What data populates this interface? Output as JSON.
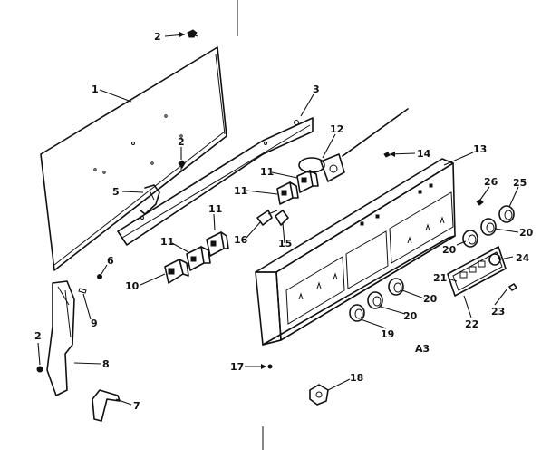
{
  "diagram": {
    "labels": {
      "l1": "1",
      "l2a": "2",
      "l2b": "2",
      "l2c": "2",
      "l3": "3",
      "l5": "5",
      "l6": "6",
      "l7": "7",
      "l8": "8",
      "l9": "9",
      "l10": "10",
      "l11a": "11",
      "l11b": "11",
      "l11c": "11",
      "l11d": "11",
      "l12": "12",
      "l13": "13",
      "l14": "14",
      "l15": "15",
      "l16": "16",
      "l17": "17",
      "l18": "18",
      "l19": "19",
      "l20a": "20",
      "l20b": "20",
      "l20c": "20",
      "l20d": "20",
      "l21": "21",
      "l22": "22",
      "l23": "23",
      "l24": "24",
      "l25": "25",
      "l26": "26",
      "code": "A3"
    }
  }
}
